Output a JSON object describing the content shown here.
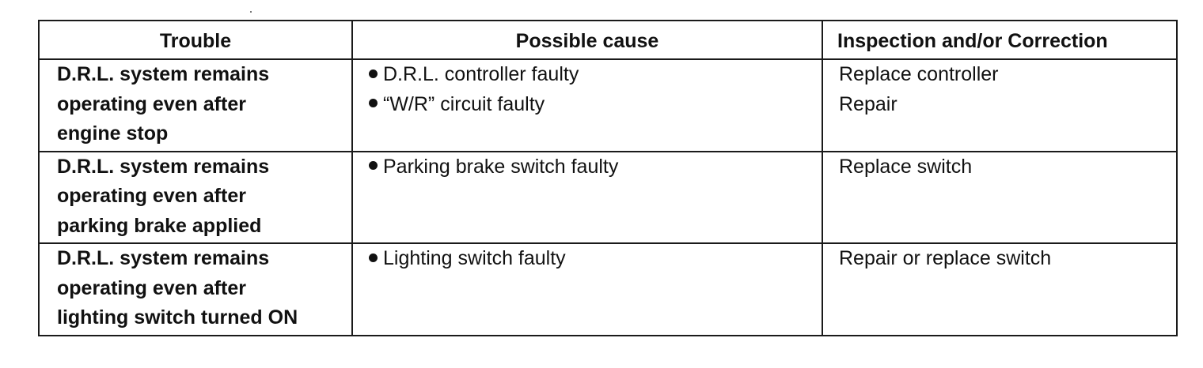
{
  "table": {
    "headers": {
      "trouble": "Trouble",
      "cause": "Possible cause",
      "correction": "Inspection and/or Correction"
    },
    "rows": [
      {
        "trouble": [
          "D.R.L. system remains",
          "operating even after",
          "engine stop"
        ],
        "causes": [
          "D.R.L. controller faulty",
          "“W/R” circuit faulty"
        ],
        "corrections": [
          "Replace controller",
          "Repair"
        ]
      },
      {
        "trouble": [
          "D.R.L. system remains",
          "operating even after",
          "parking brake applied"
        ],
        "causes": [
          "Parking brake switch faulty"
        ],
        "corrections": [
          "Replace switch"
        ]
      },
      {
        "trouble": [
          "D.R.L. system remains",
          "operating even after",
          "lighting switch turned ON"
        ],
        "causes": [
          "Lighting switch faulty"
        ],
        "corrections": [
          "Repair or replace switch"
        ]
      }
    ]
  }
}
